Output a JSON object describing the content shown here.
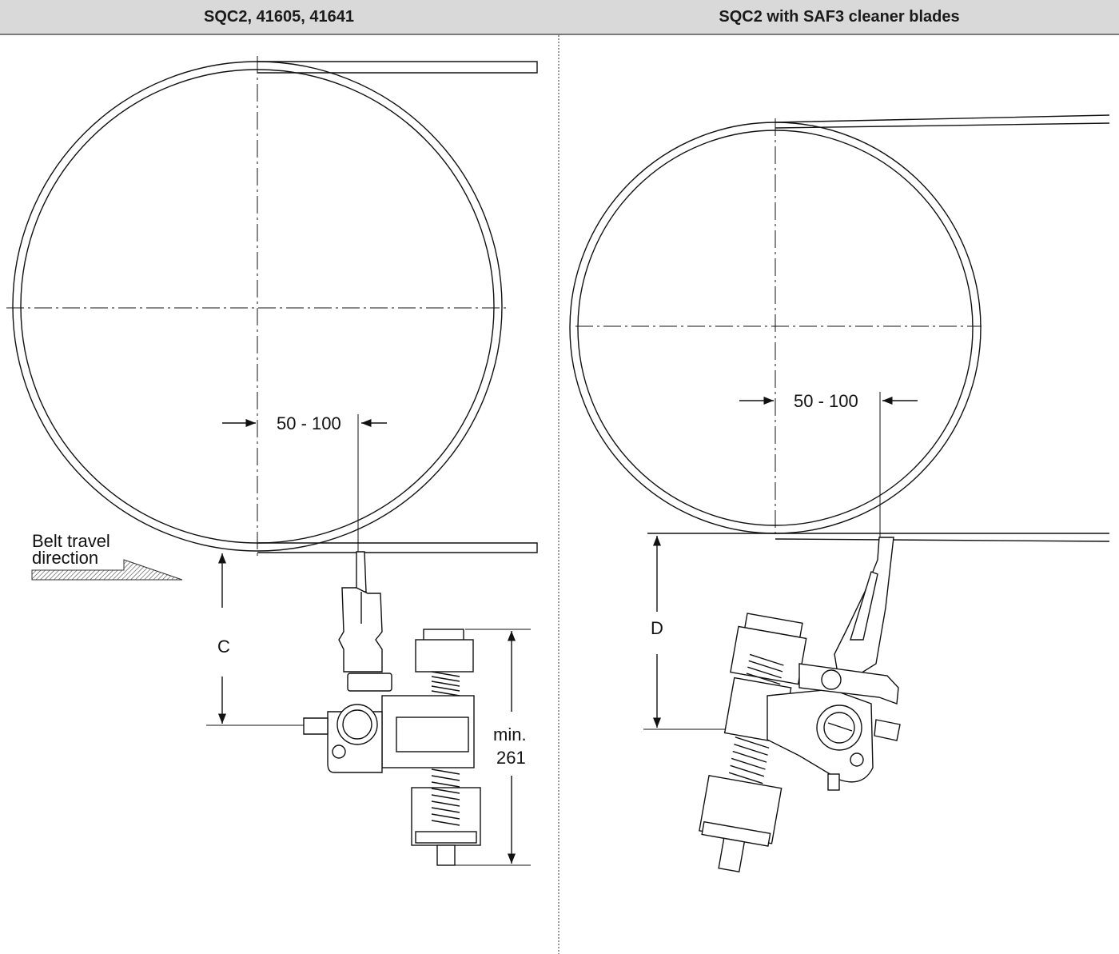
{
  "headers": {
    "left": "SQC2, 41605, 41641",
    "right": "SQC2 with SAF3 cleaner blades"
  },
  "left_panel": {
    "dimension_range": "50 - 100",
    "belt_label_line1": "Belt travel",
    "belt_label_line2": "direction",
    "dim_c": "C",
    "min_label": "min.",
    "min_value": "261"
  },
  "right_panel": {
    "dimension_range": "50 - 100",
    "dim_d": "D"
  }
}
